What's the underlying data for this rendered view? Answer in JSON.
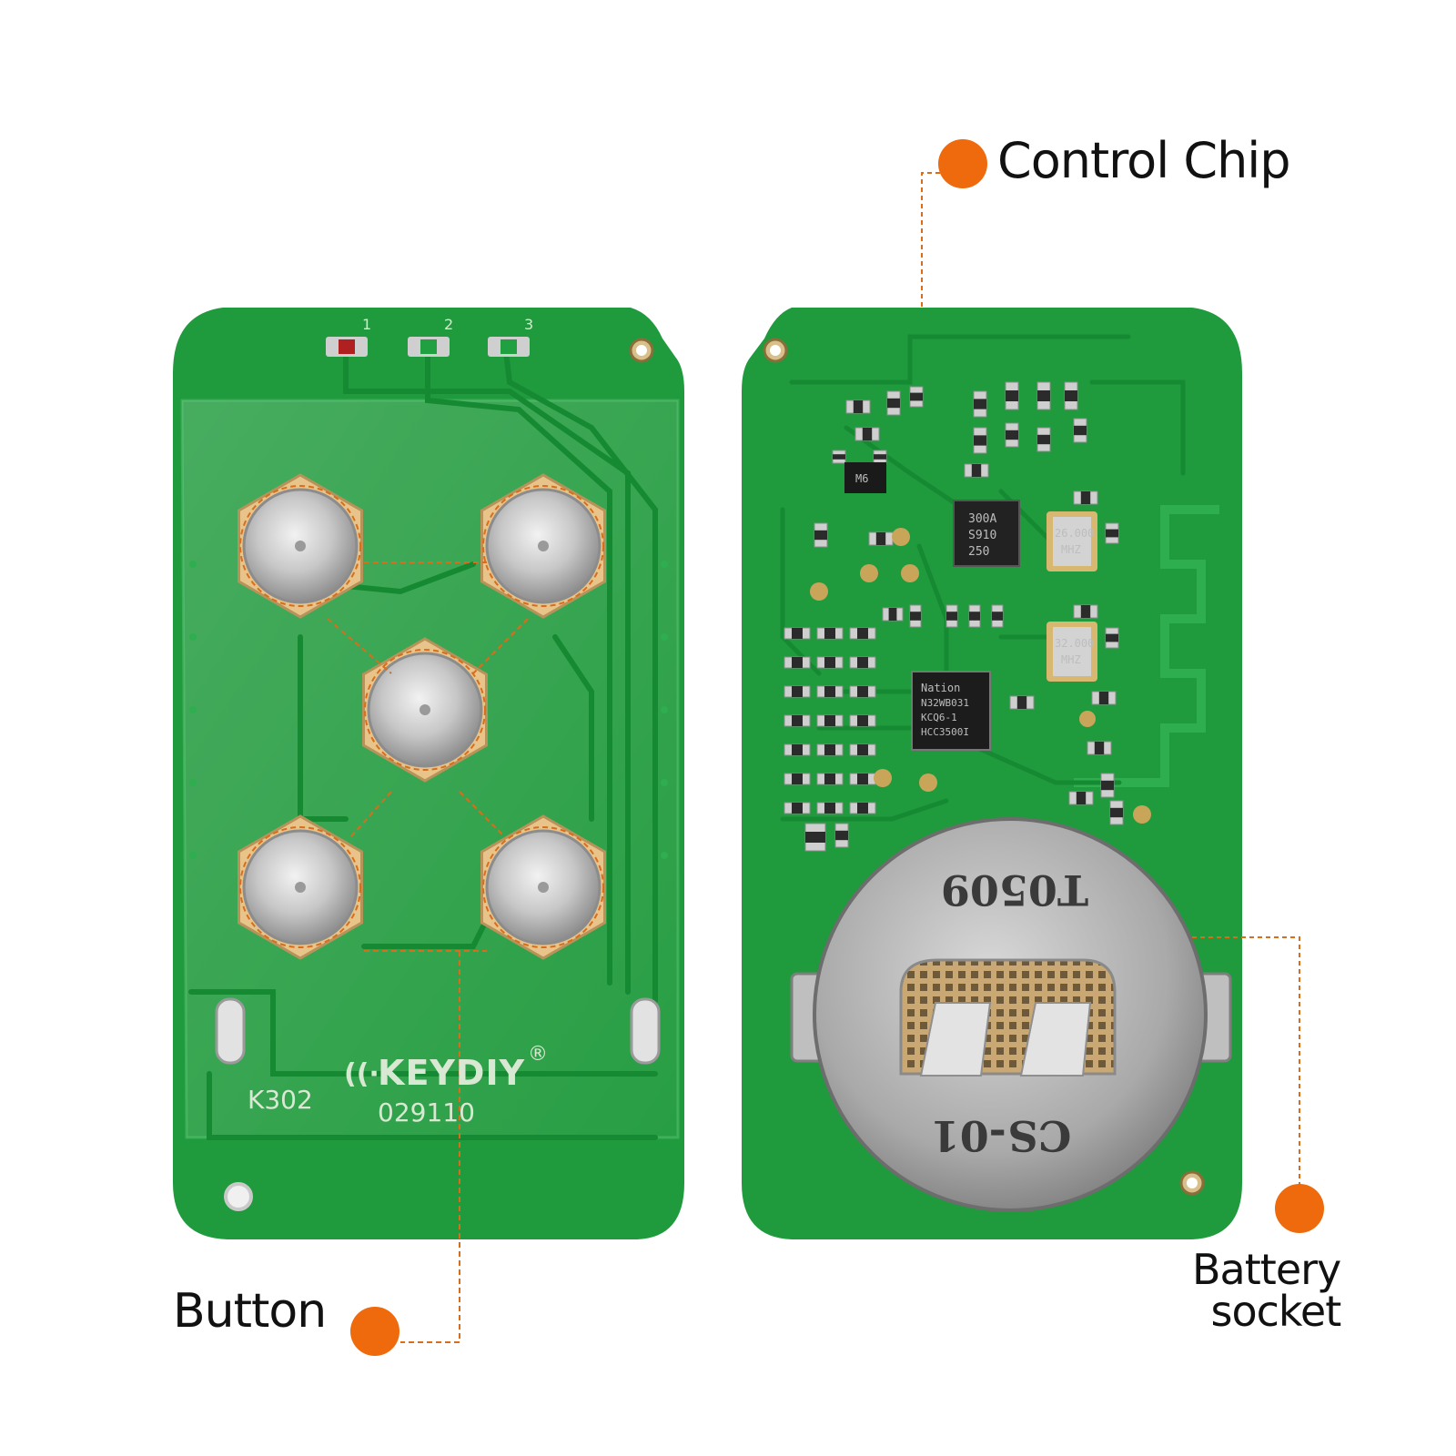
{
  "callouts": {
    "control_chip": "Control Chip",
    "button": "Button",
    "battery_socket_line1": "Battery",
    "battery_socket_line2": "socket"
  },
  "front_board": {
    "brand": "KEYDIY",
    "registered_mark": "®",
    "model": "K302",
    "serial": "029110",
    "led_labels": [
      "1",
      "2",
      "3"
    ]
  },
  "back_board": {
    "chip_main_lines": [
      "Nation",
      "N32WB031",
      "KCQ6-1",
      "HCC3500I"
    ],
    "chip_rf_lines": [
      "300A",
      "S910",
      "250"
    ],
    "crystal_1_lines": [
      "26.000",
      "MHZ"
    ],
    "crystal_2_lines": [
      "32.000",
      "MHZ"
    ],
    "ic_small_label": "M6",
    "battery_top_text": "T0509",
    "battery_bottom_text": "CS-01"
  },
  "colors": {
    "pcb_green": "#1f9a3c",
    "pcb_light": "#2eb24e",
    "trace": "#168a33",
    "callout_dot": "#ee6a0c",
    "callout_line": "#d86e1c",
    "metal": "#c9c9c9",
    "gold": "#e8c48a"
  }
}
